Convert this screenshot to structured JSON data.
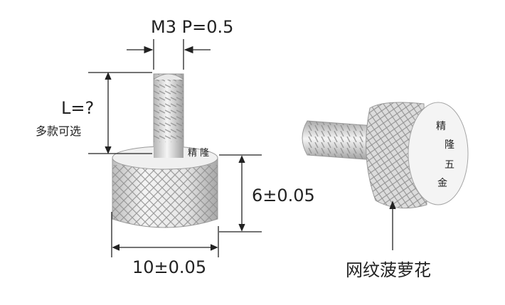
{
  "labels": {
    "thread_spec": "M3  P=0.5",
    "length": "L=?",
    "length_note": "多款可选",
    "head_height": "6±0.05",
    "head_diameter": "10±0.05",
    "knurl_type": "网纹菠萝花",
    "head_marking_1": "精 隆",
    "head_marking_2": "精",
    "head_marking_3": "隆",
    "head_marking_4": "五",
    "head_marking_5": "金"
  },
  "colors": {
    "line": "#222222",
    "metal_light": "#f2f2f2",
    "metal_mid": "#cfcfcf",
    "metal_dark": "#9a9a9a"
  }
}
